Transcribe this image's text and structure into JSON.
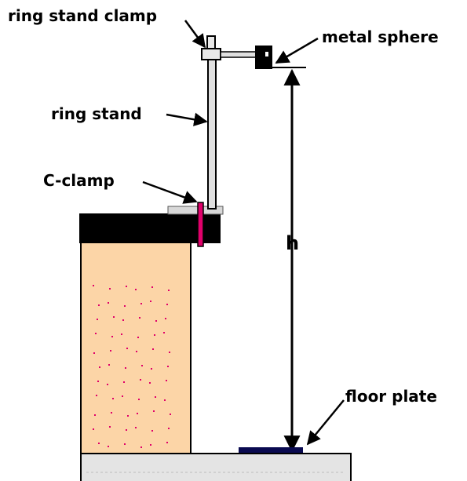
{
  "labels": {
    "ring_stand_clamp": "ring stand clamp",
    "metal_sphere": "metal sphere",
    "ring_stand": "ring stand",
    "c_clamp": "C-clamp",
    "height": "h",
    "floor_plate": "floor plate"
  },
  "colors": {
    "table_body": "#fcd5a7",
    "table_top": "#000000",
    "c_clamp": "#e0006a",
    "floor": "#e4e4e4",
    "floor_plate": "#0a0a50",
    "stand": "#e0e0e0",
    "sphere": "#000000"
  }
}
